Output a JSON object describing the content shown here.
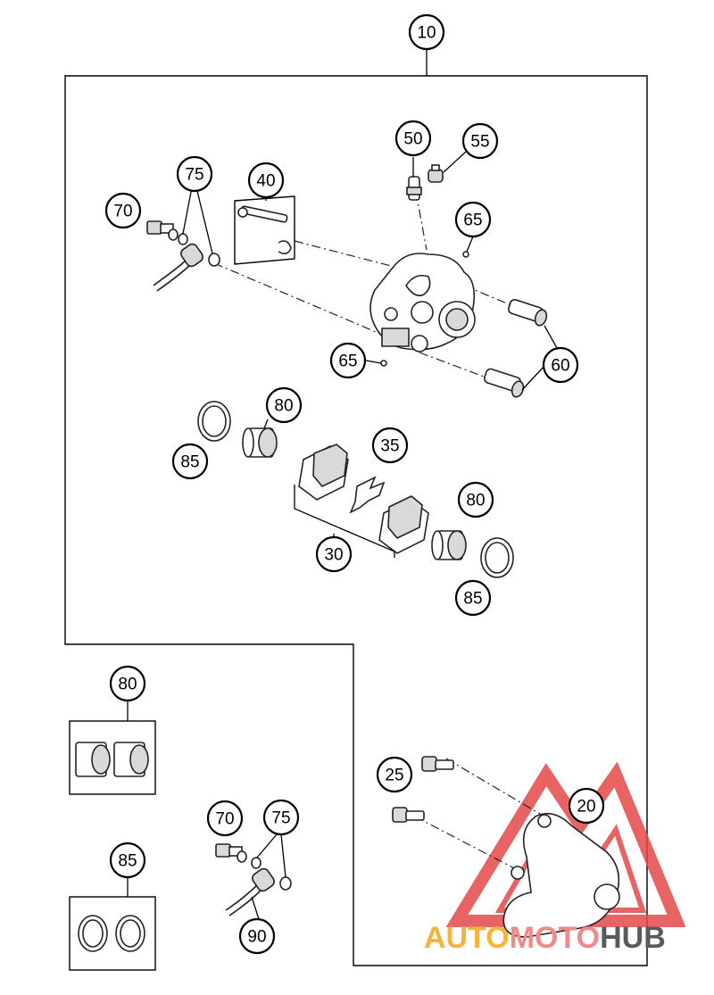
{
  "callouts": {
    "c10": "10",
    "c20": "20",
    "c25": "25",
    "c30": "30",
    "c35": "35",
    "c40": "40",
    "c50": "50",
    "c55": "55",
    "c65a": "65",
    "c65b": "65",
    "c60": "60",
    "c70a": "70",
    "c70b": "70",
    "c75a": "75",
    "c75b": "75",
    "c80a": "80",
    "c80b": "80",
    "c80c": "80",
    "c85a": "85",
    "c85b": "85",
    "c85c": "85",
    "c90": "90"
  },
  "watermark": {
    "part1": "AUTO",
    "part2": "MOTO",
    "part3": "HUB",
    "color_part1": "#f7b23b",
    "color_part2": "#ef8a8a",
    "color_part3": "#5a5a5a",
    "triangle_color": "#e54848"
  }
}
